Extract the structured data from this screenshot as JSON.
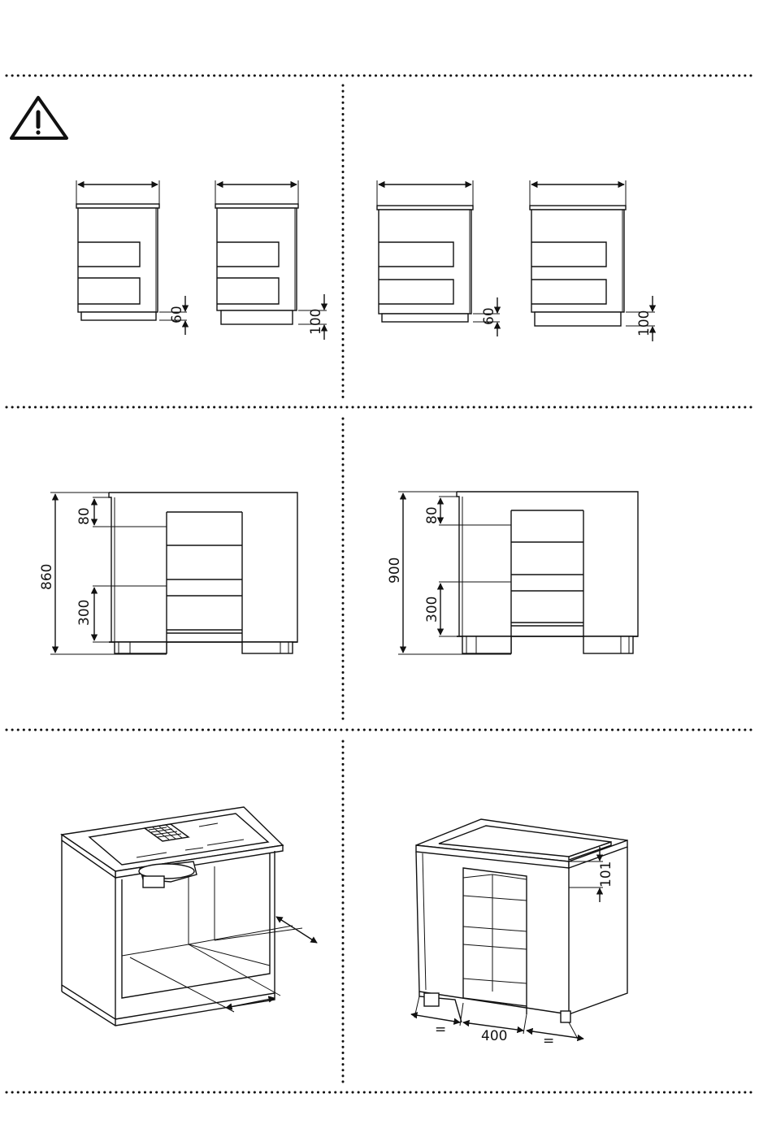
{
  "warning": {
    "icon": "warning-triangle-icon"
  },
  "panel_top_left": {
    "plinth_60": "60",
    "plinth_100": "100"
  },
  "panel_top_right": {
    "plinth_60": "60",
    "plinth_100": "100"
  },
  "panel_mid_left": {
    "height_total": "860",
    "dim_top": "80",
    "dim_lower": "300"
  },
  "panel_mid_right": {
    "height_total": "900",
    "dim_top": "80",
    "dim_lower": "300"
  },
  "panel_bottom_right": {
    "dim_101": "101",
    "dim_400": "400",
    "equal_left": "=",
    "equal_right": "="
  }
}
